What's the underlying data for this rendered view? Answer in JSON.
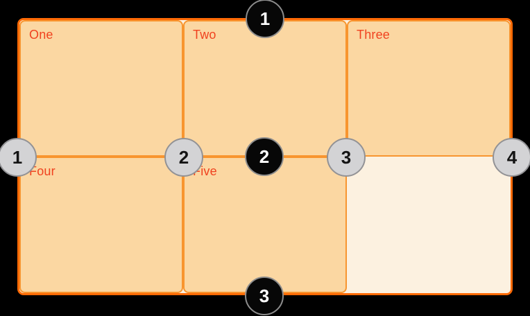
{
  "diagram": {
    "description_colors": {
      "page_background": "#000000",
      "container_border": "#FF6A05",
      "container_background": "#FCF1E0",
      "cell_background": "#FBD7A2",
      "cell_border": "#F8952F",
      "cell_label_text": "#F0421F",
      "row_marker_fill": "#070707",
      "row_marker_text": "#FFFFFF",
      "col_marker_fill": "#D3D3D5",
      "col_marker_border": "#929295"
    },
    "grid": {
      "columns": 3,
      "rows": 2,
      "cells": [
        {
          "label": "One"
        },
        {
          "label": "Two"
        },
        {
          "label": "Three"
        },
        {
          "label": "Four"
        },
        {
          "label": "Five"
        },
        {
          "label": "",
          "empty": true
        }
      ]
    },
    "row_lines": [
      {
        "number": "1"
      },
      {
        "number": "2"
      },
      {
        "number": "3"
      }
    ],
    "column_lines": [
      {
        "number": "1"
      },
      {
        "number": "2"
      },
      {
        "number": "3"
      },
      {
        "number": "4"
      }
    ]
  }
}
